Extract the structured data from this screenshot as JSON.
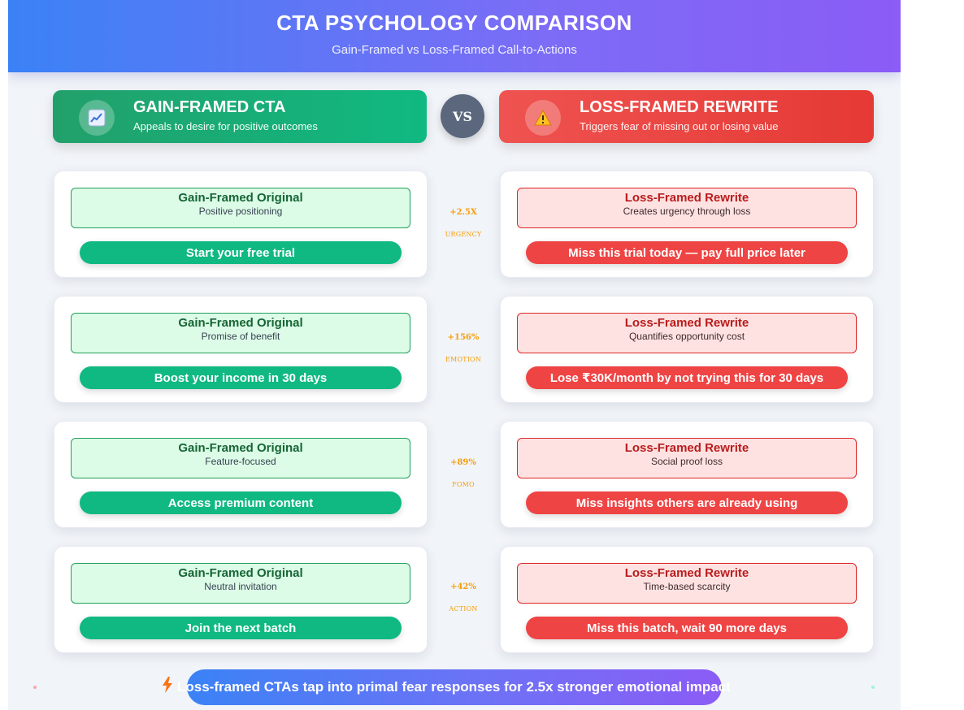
{
  "header": {
    "title": "CTA PSYCHOLOGY COMPARISON",
    "subtitle": "Gain-Framed vs Loss-Framed Call-to-Actions"
  },
  "gain_column": {
    "title": "GAIN-FRAMED CTA",
    "description": "Appeals to desire for positive outcomes",
    "icon": "chart-up-icon"
  },
  "loss_column": {
    "title": "LOSS-FRAMED REWRITE",
    "description": "Triggers fear of missing out or losing value",
    "icon": "warning-icon"
  },
  "vs_label": "VS",
  "rows": [
    {
      "gain": {
        "label": "Gain-Framed Original",
        "sub": "Positive positioning",
        "cta": "Start your free trial"
      },
      "metric": {
        "value": "+2.5X",
        "label": "URGENCY"
      },
      "loss": {
        "label": "Loss-Framed Rewrite",
        "sub": "Creates urgency through loss",
        "cta": "Miss this trial today — pay full price later"
      }
    },
    {
      "gain": {
        "label": "Gain-Framed Original",
        "sub": "Promise of benefit",
        "cta": "Boost your income in 30 days"
      },
      "metric": {
        "value": "+156%",
        "label": "EMOTION"
      },
      "loss": {
        "label": "Loss-Framed Rewrite",
        "sub": "Quantifies opportunity cost",
        "cta": "Lose ₹30K/month by not trying this for 30 days"
      }
    },
    {
      "gain": {
        "label": "Gain-Framed Original",
        "sub": "Feature-focused",
        "cta": "Access premium content"
      },
      "metric": {
        "value": "+89%",
        "label": "FOMO"
      },
      "loss": {
        "label": "Loss-Framed Rewrite",
        "sub": "Social proof loss",
        "cta": "Miss insights others are already using"
      }
    },
    {
      "gain": {
        "label": "Gain-Framed Original",
        "sub": "Neutral invitation",
        "cta": "Join the next batch"
      },
      "metric": {
        "value": "+42%",
        "label": "ACTION"
      },
      "loss": {
        "label": "Loss-Framed Rewrite",
        "sub": "Time-based scarcity",
        "cta": "Miss this batch, wait 90 more days"
      }
    }
  ],
  "footer": {
    "icon": "lightning-icon",
    "text": "Loss-framed CTAs tap into primal fear responses for 2.5x stronger emotional impact"
  },
  "colors": {
    "gain": "#10b981",
    "loss": "#ef4444",
    "metric": "#f59e0b",
    "header_start": "#3b82f6",
    "header_end": "#8b5cf6"
  }
}
